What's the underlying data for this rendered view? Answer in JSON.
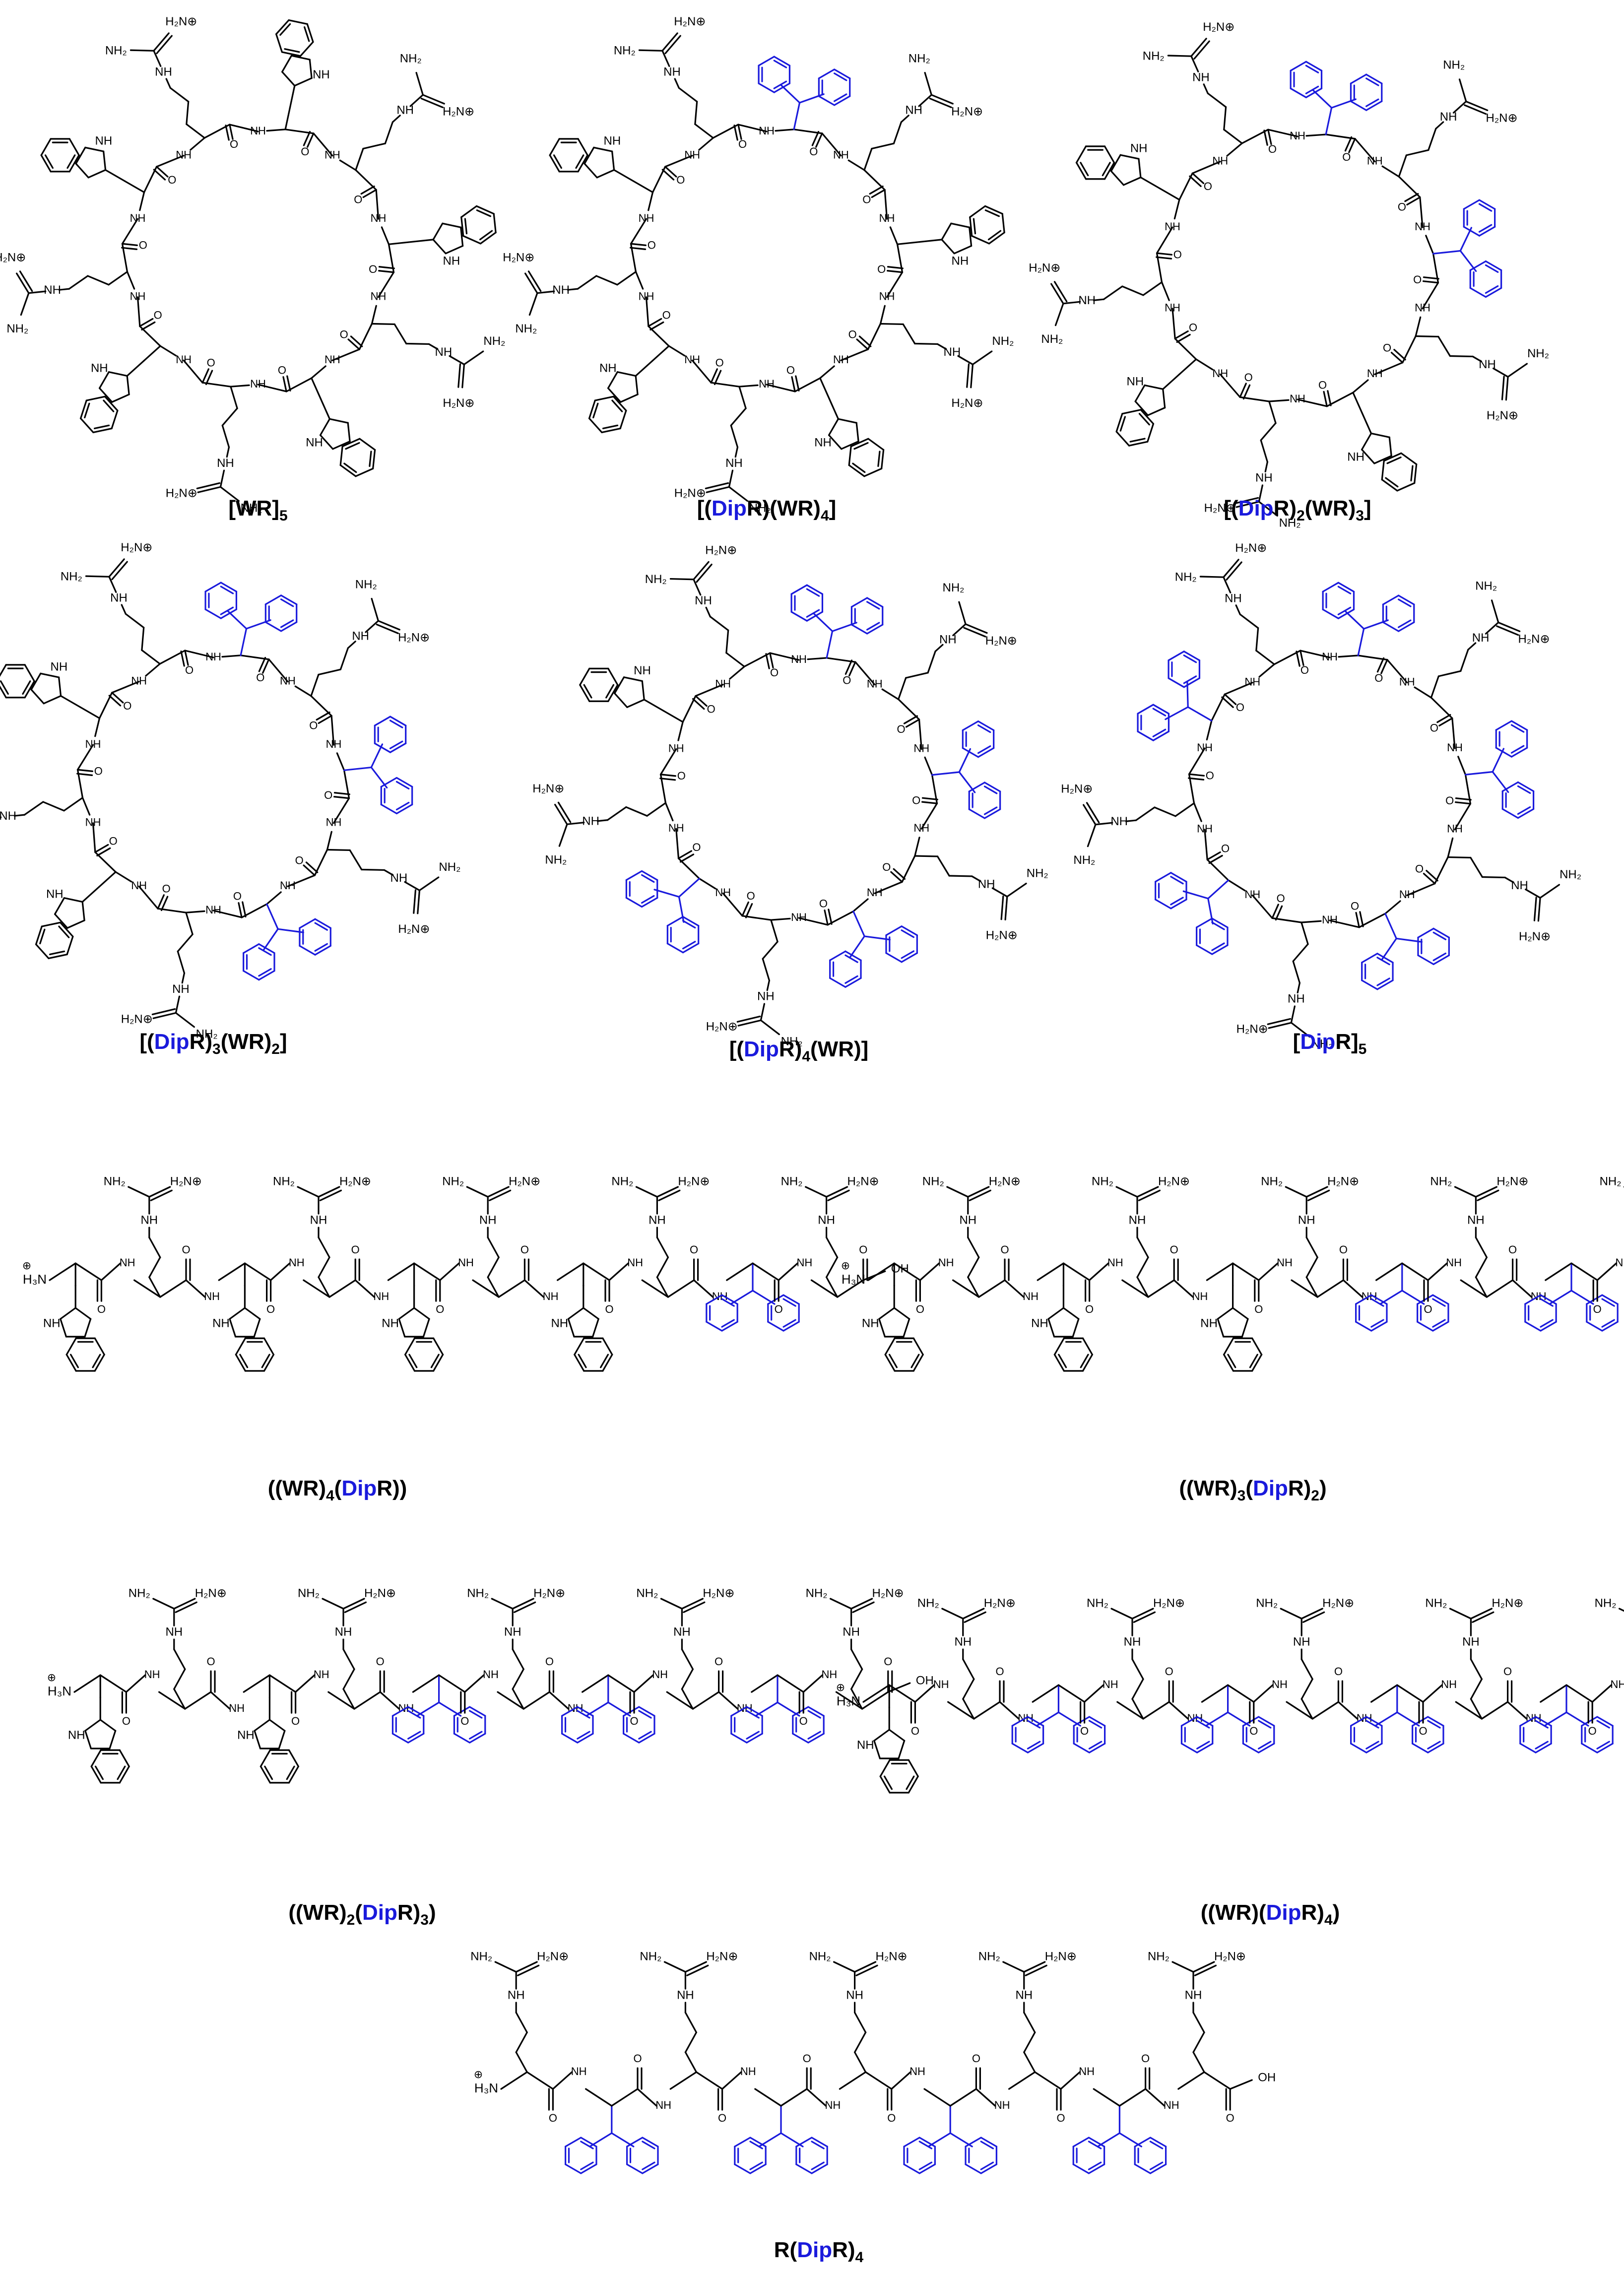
{
  "colors": {
    "black_bonds": "#000000",
    "dip_blue": "#1a1adc",
    "background": "#ffffff"
  },
  "atom_labels": {
    "guan_cation": "H₂N⊕",
    "guan_amine": "NH₂",
    "nh": "NH",
    "n": "N",
    "o": "O",
    "h3n": "H₃N",
    "oh": "OH",
    "plus": "⊕",
    "h2n": "H₂N"
  },
  "compounds": [
    {
      "id": "wr5",
      "parts": [
        {
          "t": "[WR]"
        },
        {
          "sub": "5"
        }
      ],
      "kind": "cyclic",
      "dip": 0,
      "wr": 5
    },
    {
      "id": "dipr1wr4",
      "parts": [
        {
          "t": "[("
        },
        {
          "b": "Dip"
        },
        {
          "t": "R)(WR)"
        },
        {
          "sub": "4"
        },
        {
          "t": "]"
        }
      ],
      "kind": "cyclic",
      "dip": 1,
      "wr": 4
    },
    {
      "id": "dipr2wr3",
      "parts": [
        {
          "t": "[("
        },
        {
          "b": "Dip"
        },
        {
          "t": "R)"
        },
        {
          "sub": "2"
        },
        {
          "t": "(WR)"
        },
        {
          "sub": "3"
        },
        {
          "t": "]"
        }
      ],
      "kind": "cyclic",
      "dip": 2,
      "wr": 3
    },
    {
      "id": "dipr3wr2",
      "parts": [
        {
          "t": "[("
        },
        {
          "b": "Dip"
        },
        {
          "t": "R)"
        },
        {
          "sub": "3"
        },
        {
          "t": "(WR)"
        },
        {
          "sub": "2"
        },
        {
          "t": "]"
        }
      ],
      "kind": "cyclic",
      "dip": 3,
      "wr": 2
    },
    {
      "id": "dipr4wr1",
      "parts": [
        {
          "t": "[("
        },
        {
          "b": "Dip"
        },
        {
          "t": "R)"
        },
        {
          "sub": "4"
        },
        {
          "t": "(WR)]"
        }
      ],
      "kind": "cyclic",
      "dip": 4,
      "wr": 1
    },
    {
      "id": "dipr5",
      "parts": [
        {
          "t": "["
        },
        {
          "b": "Dip"
        },
        {
          "t": "R]"
        },
        {
          "sub": "5"
        }
      ],
      "kind": "cyclic",
      "dip": 5,
      "wr": 0
    },
    {
      "id": "lin_wr4dipr",
      "parts": [
        {
          "t": "((WR)"
        },
        {
          "sub": "4"
        },
        {
          "t": "("
        },
        {
          "b": "Dip"
        },
        {
          "t": "R))"
        }
      ],
      "kind": "linear",
      "sidechains": [
        "W",
        "W",
        "W",
        "W",
        "D"
      ]
    },
    {
      "id": "lin_wr3dipr2",
      "parts": [
        {
          "t": "((WR)"
        },
        {
          "sub": "3"
        },
        {
          "t": "("
        },
        {
          "b": "Dip"
        },
        {
          "t": "R)"
        },
        {
          "sub": "2"
        },
        {
          "t": ")"
        }
      ],
      "kind": "linear",
      "sidechains": [
        "W",
        "W",
        "W",
        "D",
        "D"
      ]
    },
    {
      "id": "lin_wr2dipr3",
      "parts": [
        {
          "t": "((WR)"
        },
        {
          "sub": "2"
        },
        {
          "t": "("
        },
        {
          "b": "Dip"
        },
        {
          "t": "R)"
        },
        {
          "sub": "3"
        },
        {
          "t": ")"
        }
      ],
      "kind": "linear",
      "sidechains": [
        "W",
        "W",
        "D",
        "D",
        "D"
      ]
    },
    {
      "id": "lin_wr1dipr4",
      "parts": [
        {
          "t": "((WR)("
        },
        {
          "b": "Dip"
        },
        {
          "t": "R)"
        },
        {
          "sub": "4"
        },
        {
          "t": ")"
        }
      ],
      "kind": "linear",
      "sidechains": [
        "W",
        "D",
        "D",
        "D",
        "D"
      ]
    },
    {
      "id": "lin_rdipr4",
      "parts": [
        {
          "t": "R("
        },
        {
          "b": "Dip"
        },
        {
          "t": "R)"
        },
        {
          "sub": "4"
        }
      ],
      "kind": "linear",
      "sidechains": [
        "D",
        "D",
        "D",
        "D",
        "N"
      ]
    }
  ]
}
